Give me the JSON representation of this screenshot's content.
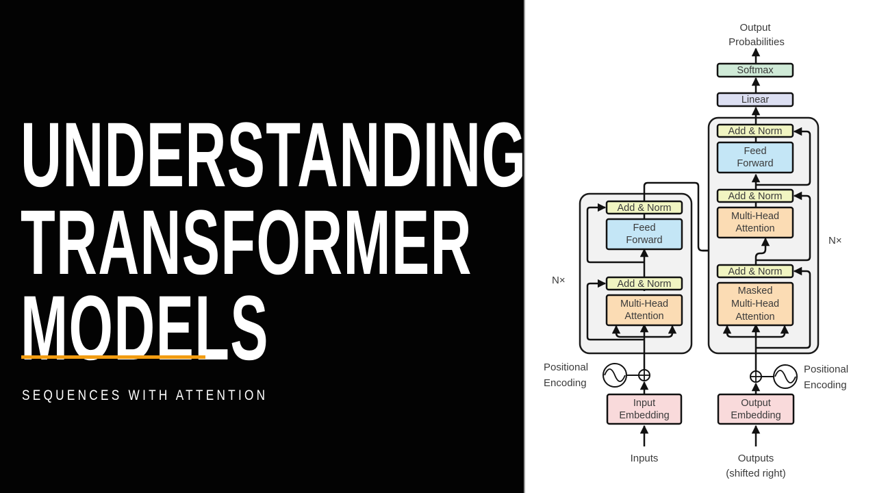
{
  "title": {
    "lines": [
      "UNDERSTANDING",
      "TRANSFORMER",
      "MODELS"
    ]
  },
  "subtitle": "SEQUENCES WITH ATTENTION",
  "colors": {
    "background_left": "#030303",
    "background_right": "#ffffff",
    "accent": "#f29c11",
    "title_text": "#ffffff",
    "stack_fill": "#f2f2f2",
    "add_norm": "#f1f5c2",
    "feed_forward": "#c4e6f6",
    "attention": "#fbdcb4",
    "embedding": "#f9dadb",
    "linear": "#dcdff2",
    "softmax": "#cfead7"
  },
  "diagram": {
    "output_label_line1": "Output",
    "output_label_line2": "Probabilities",
    "softmax": "Softmax",
    "linear": "Linear",
    "encoder": {
      "repeat_label": "N×",
      "add_norm_top": "Add & Norm",
      "feed_forward_line1": "Feed",
      "feed_forward_line2": "Forward",
      "add_norm_bottom": "Add & Norm",
      "attention_line1": "Multi-Head",
      "attention_line2": "Attention",
      "positional_line1": "Positional",
      "positional_line2": "Encoding",
      "embedding_line1": "Input",
      "embedding_line2": "Embedding",
      "input_label": "Inputs"
    },
    "decoder": {
      "repeat_label": "N×",
      "add_norm_top": "Add & Norm",
      "feed_forward_line1": "Feed",
      "feed_forward_line2": "Forward",
      "add_norm_middle": "Add & Norm",
      "cross_attention_line1": "Multi-Head",
      "cross_attention_line2": "Attention",
      "add_norm_bottom": "Add & Norm",
      "masked_attention_line1": "Masked",
      "masked_attention_line2": "Multi-Head",
      "masked_attention_line3": "Attention",
      "positional_line1": "Positional",
      "positional_line2": "Encoding",
      "embedding_line1": "Output",
      "embedding_line2": "Embedding",
      "input_label_line1": "Outputs",
      "input_label_line2": "(shifted right)"
    }
  }
}
